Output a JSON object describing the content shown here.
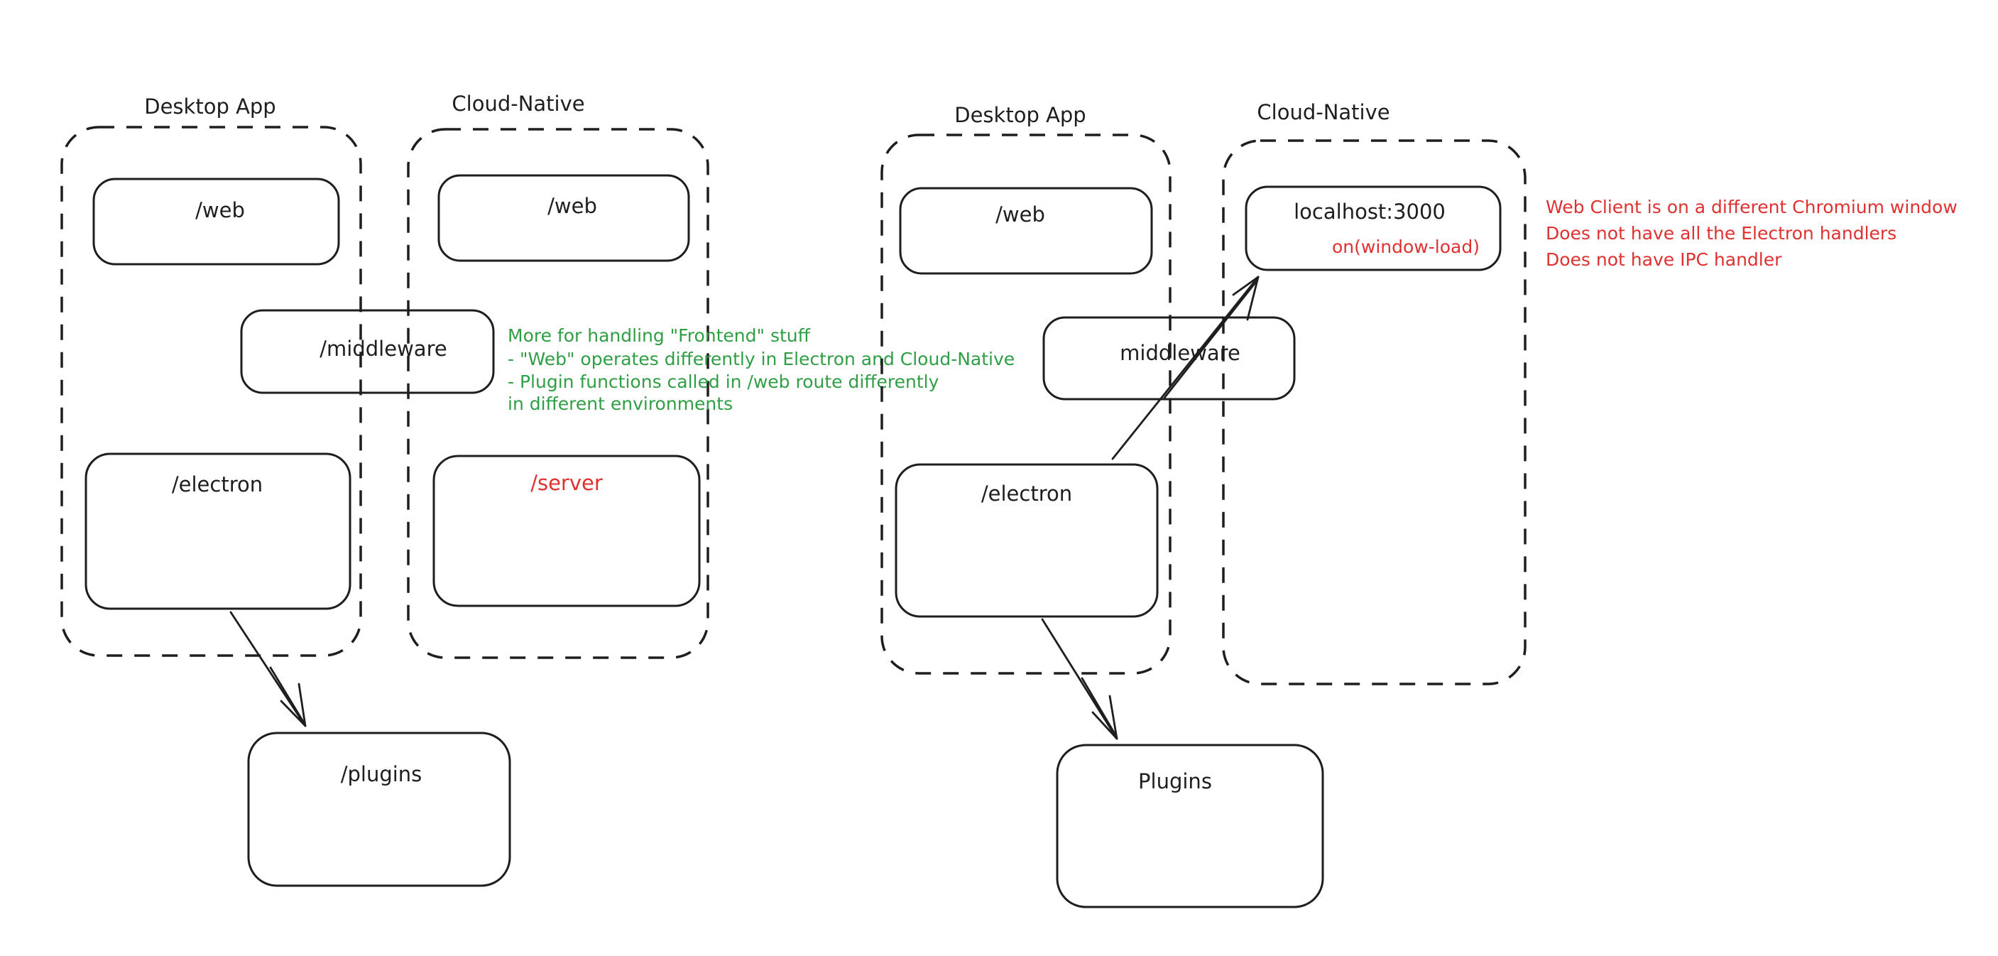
{
  "colors": {
    "ink": "#1e1e1e",
    "green": "#2f9e44",
    "red": "#e03131",
    "background": "#ffffff"
  },
  "left_diagram": {
    "desktop_container_label": "Desktop App",
    "cloud_container_label": "Cloud-Native",
    "web_desktop_label": "/web",
    "web_cloud_label": "/web",
    "middleware_label": "/middleware",
    "electron_label": "/electron",
    "server_label": "/server",
    "plugins_label": "/plugins",
    "green_note_lines": [
      "More for handling \"Frontend\" stuff",
      "- \"Web\" operates differently in Electron and Cloud-Native",
      "- Plugin functions called in /web route differently",
      "in different environments"
    ]
  },
  "right_diagram": {
    "desktop_container_label": "Desktop App",
    "cloud_container_label": "Cloud-Native",
    "web_label": "/web",
    "localhost_label": "localhost:3000",
    "window_load_label": "on(window-load)",
    "middleware_label": "middleware",
    "electron_label": "/electron",
    "plugins_label": "Plugins",
    "red_note_lines": [
      "Web Client is on a different Chromium window",
      "Does not have all the Electron handlers",
      "Does not have IPC handler"
    ]
  }
}
